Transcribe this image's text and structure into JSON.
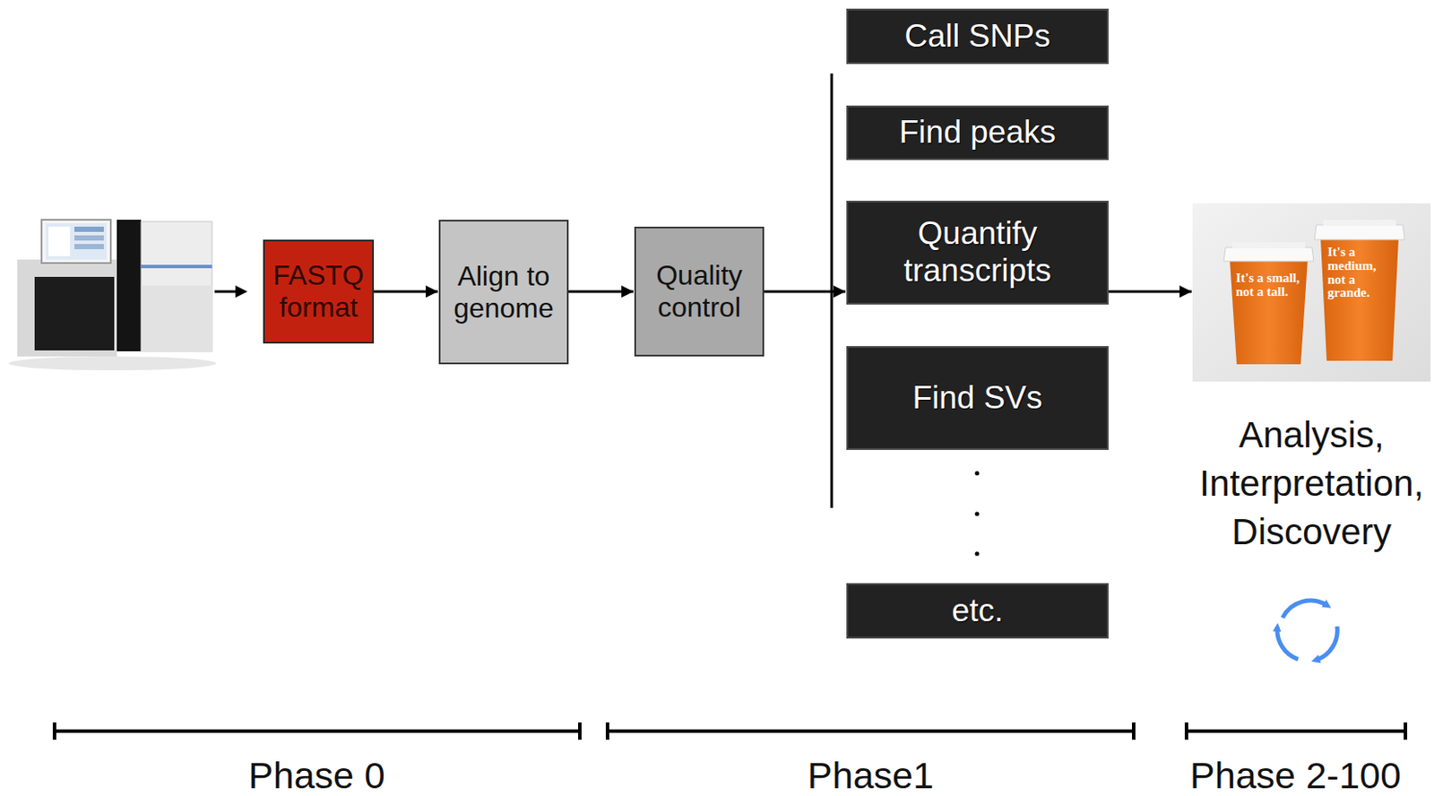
{
  "diagram": {
    "nodes": [
      {
        "text": [
          "FASTQ format"
        ]
      },
      {
        "text": [
          "Align to genome"
        ]
      },
      {
        "text": [
          "Quality control"
        ]
      },
      {
        "text": [
          "Call SNPs"
        ]
      },
      {
        "text": [
          "Find peaks"
        ]
      },
      {
        "text": [
          "Quantify transcripts"
        ]
      },
      {
        "text": [
          "Find SVs"
        ]
      },
      {
        "text": [
          "etc."
        ]
      },
      {
        "text": [
          "Analysis, Interpretation, Discovery"
        ]
      }
    ],
    "edges": [
      {
        "from": 0,
        "to": 1,
        "arrow": "to"
      },
      {
        "from": 1,
        "to": 2,
        "arrow": "to"
      },
      {
        "from": 2,
        "to": 5,
        "arrow": "to"
      },
      {
        "from": 5,
        "to": 8,
        "arrow": "to"
      }
    ],
    "labels": [
      "It's a small, not a tall.",
      "It's a medium, not a grande.",
      "Phase 0",
      "Phase1",
      "Phase 2-100"
    ]
  }
}
